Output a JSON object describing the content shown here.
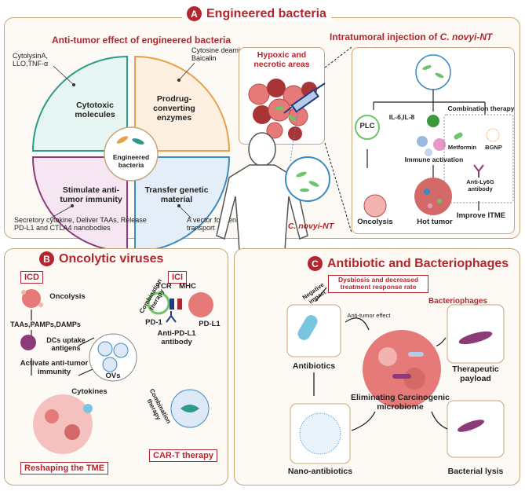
{
  "panel_a": {
    "badge": "A",
    "title": "Engineered bacteria",
    "subtitle_left": "Anti-tumor effect of engineered bacteria",
    "subtitle_right_prefix": "Intratumoral injection of ",
    "subtitle_right_species": "C. novyi-NT",
    "center_label": "Engineered bacteria",
    "quadrants": {
      "q1": "Cytotoxic molecules",
      "q2": "Prodrug-converting enzymes",
      "q3": "Stimulate anti-tumor immunity",
      "q4": "Transfer genetic material"
    },
    "notes": {
      "q1": "CytolysinA, LLO,TNF-α",
      "q2": "Cytosine deaminase, Baicalin",
      "q3": "Secretory cytokine, Deliver TAAs, Release PD-L1 and CTLA4 nanobodies",
      "q4": "A vector for gene transport"
    },
    "hypoxic": "Hypoxic and necrotic areas",
    "cnovyi_label": "C. novyi-NT",
    "plc": "PLC",
    "il": "IL-6,IL-8",
    "combination": "Combination therapy",
    "immune_activation": "Immune activation",
    "metformin": "Metformin",
    "bgnp": "BGNP",
    "anti_ly6g": "Anti-Ly6G antibody",
    "oncolysis": "Oncolysis",
    "hot_tumor": "Hot tumor",
    "improve_itme": "Improve ITME"
  },
  "panel_b": {
    "badge": "B",
    "title": "Oncolytic viruses",
    "icd": "ICD",
    "ici": "ICI",
    "oncolysis": "Oncolysis",
    "taas": "TAAs,PAMPs,DAMPs",
    "dcs": "DCs uptake antigens",
    "activate": "Activate anti-tumor immunity",
    "cytokines": "Cytokines",
    "ovs": "OVs",
    "combo1": "Combination therapy",
    "combo2": "Combination therapy",
    "tcr": "TCR",
    "mhc": "MHC",
    "pd1": "PD-1",
    "pdl1": "PD-L1",
    "anti_pdl1": "Anti-PD-L1 antibody",
    "cart": "CAR-T therapy",
    "reshaping": "Reshaping the TME"
  },
  "panel_c": {
    "badge": "C",
    "title": "Antibiotic and Bacteriophages",
    "dysbiosis": "Dysbiosis and decreased treatment response rate",
    "negative": "Negative impact",
    "anti_tumor_effect": "Anti-tumor effect",
    "bacteriophages": "Bacteriophages",
    "antibiotics": "Antibiotics",
    "eliminating": "Eliminating Carcinogenic microbiome",
    "therapeutic": "Therapeutic payload",
    "nano": "Nano-antibiotics",
    "lysis": "Bacterial lysis"
  },
  "colors": {
    "accent": "#b3262d",
    "panel_border": "#c9a67a",
    "q1": "#2d9a8a",
    "q2": "#e8a04a",
    "q3": "#8b3a7a",
    "q4": "#3a8ac4",
    "tumor": "#e57a78"
  }
}
